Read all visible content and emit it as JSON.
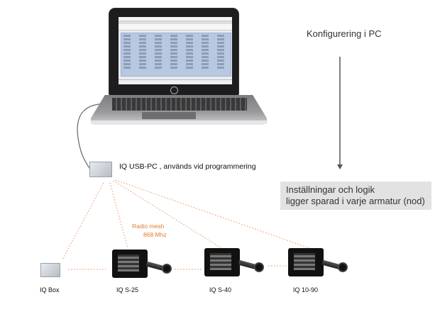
{
  "titles": {
    "config_pc": "Konfigurering i PC",
    "settings_line1": "Inställningar och logik",
    "settings_line2": "ligger sparad i varje armatur (nod)"
  },
  "usb_device": {
    "label": "IQ USB-PC , används vid programmering"
  },
  "radio": {
    "line1": "Radio mesh",
    "line2": "868 Mhz"
  },
  "nodes": [
    {
      "name": "IQ Box"
    },
    {
      "name": "IQ S-25"
    },
    {
      "name": "IQ S-40"
    },
    {
      "name": "IQ 10-90"
    }
  ],
  "colors": {
    "mesh_dots": "#e8a27a",
    "radio_text": "#e07b2e",
    "arrow": "#808080",
    "info_box_bg": "#e2e2e2"
  }
}
